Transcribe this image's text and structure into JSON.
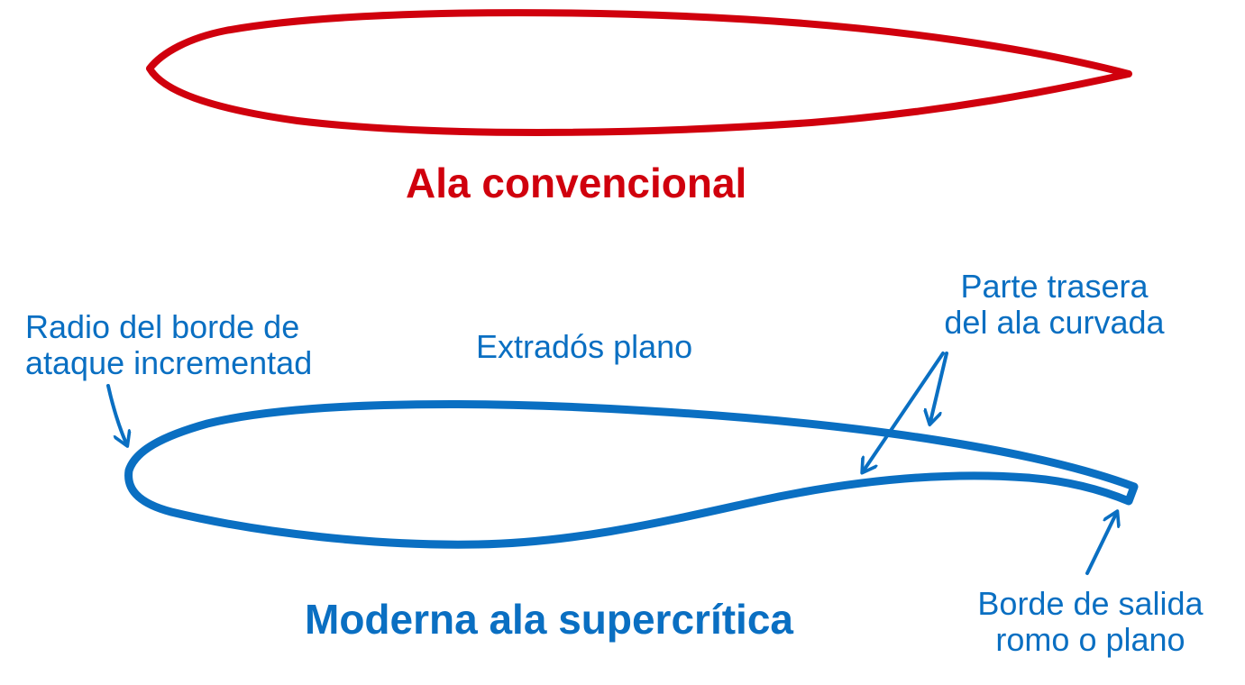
{
  "colors": {
    "conventional": "#d0000d",
    "supercritical": "#0a6fc2"
  },
  "conventional_wing": {
    "title": "Ala convencional"
  },
  "supercritical_wing": {
    "title": "Moderna ala supercrítica",
    "annotations": {
      "leading_edge": [
        "Radio del borde de",
        "ataque incrementad"
      ],
      "upper_surface": "Extradós plano",
      "aft_camber": [
        "Parte trasera",
        "del ala curvada"
      ],
      "trailing_edge": [
        "Borde de salida",
        "romo o plano"
      ]
    }
  }
}
